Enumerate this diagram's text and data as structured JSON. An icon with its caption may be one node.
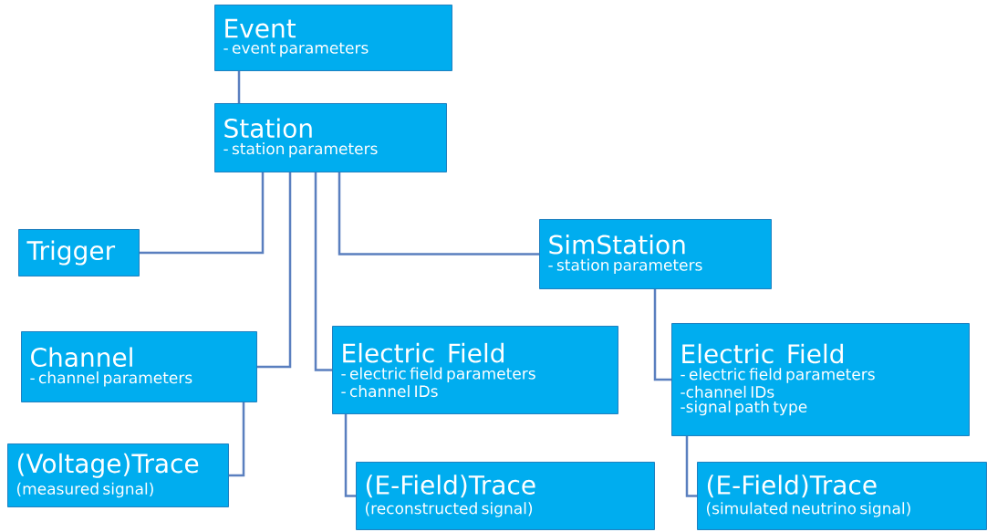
{
  "diagram": {
    "nodes": [
      {
        "text": [
          "Event",
          "- event parameters"
        ]
      },
      {
        "text": [
          "Station",
          "- station parameters"
        ]
      },
      {
        "text": [
          "Trigger"
        ]
      },
      {
        "text": [
          "SimStation",
          "- station parameters"
        ]
      },
      {
        "text": [
          "Channel",
          "- channel parameters"
        ]
      },
      {
        "text": [
          "Electric Field",
          "- electric field parameters",
          "- channel IDs"
        ]
      },
      {
        "text": [
          "Electric Field",
          "- electric field parameters",
          "-channel IDs",
          "-signal path type"
        ]
      },
      {
        "text": [
          "(Voltage)Trace",
          "(measured signal)"
        ]
      },
      {
        "text": [
          "(E-Field)Trace",
          "(reconstructed signal)"
        ]
      },
      {
        "text": [
          "(E-Field)Trace",
          "(simulated neutrino signal)"
        ]
      }
    ],
    "edges": [
      {
        "from": 0,
        "to": 1,
        "arrow": "none"
      },
      {
        "from": 1,
        "to": 2,
        "arrow": "none"
      },
      {
        "from": 1,
        "to": 4,
        "arrow": "none"
      },
      {
        "from": 1,
        "to": 5,
        "arrow": "none"
      },
      {
        "from": 1,
        "to": 3,
        "arrow": "none"
      },
      {
        "from": 3,
        "to": 6,
        "arrow": "none"
      },
      {
        "from": 4,
        "to": 7,
        "arrow": "none"
      },
      {
        "from": 5,
        "to": 8,
        "arrow": "none"
      },
      {
        "from": 6,
        "to": 9,
        "arrow": "none"
      }
    ]
  }
}
